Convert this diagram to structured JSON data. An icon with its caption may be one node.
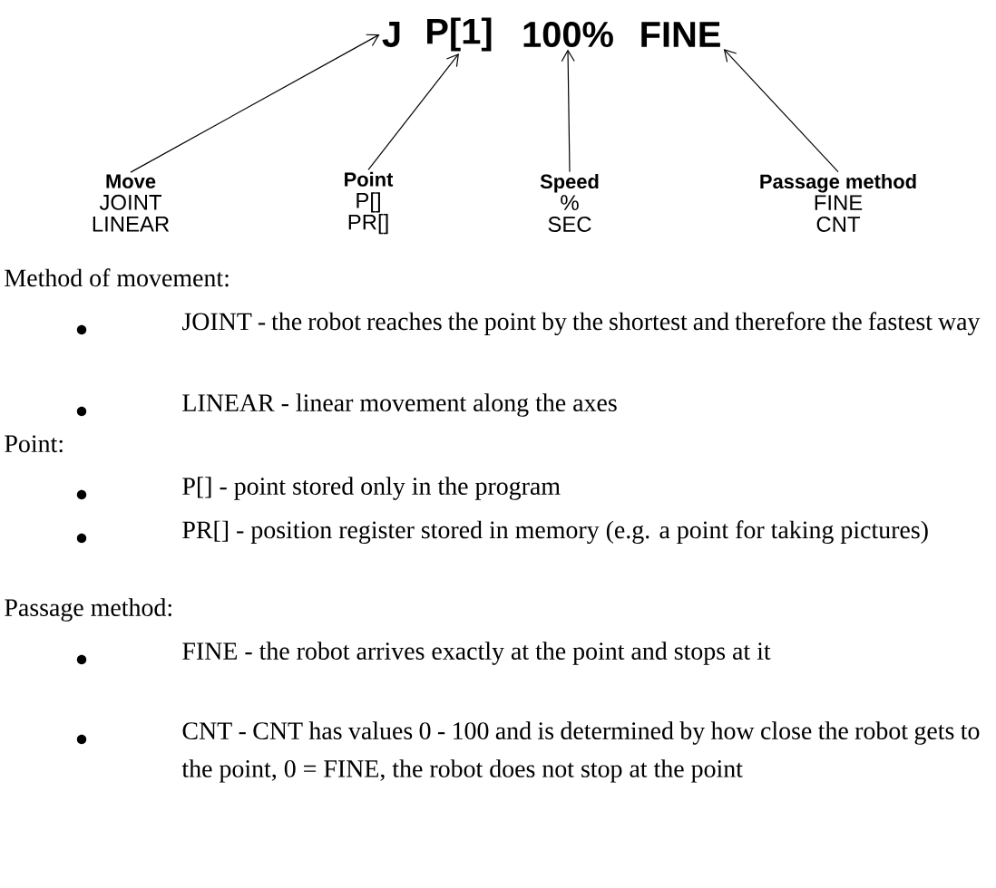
{
  "diagram": {
    "nodes": [
      {
        "text": [
          "J"
        ]
      },
      {
        "text": [
          "P[1]"
        ]
      },
      {
        "text": [
          "100%"
        ]
      },
      {
        "text": [
          "FINE"
        ]
      },
      {
        "text": [
          "Move",
          "JOINT",
          "LINEAR"
        ]
      },
      {
        "text": [
          "Point",
          "P[]",
          "PR[]"
        ]
      },
      {
        "text": [
          "Speed",
          "%",
          "SEC"
        ]
      },
      {
        "text": [
          "Passage method",
          "FINE",
          "CNT"
        ]
      }
    ],
    "edges": [
      {
        "from": 4,
        "to": 0,
        "arrow": "to"
      },
      {
        "from": 5,
        "to": 1,
        "arrow": "to"
      },
      {
        "from": 6,
        "to": 2,
        "arrow": "to"
      },
      {
        "from": 7,
        "to": 3,
        "arrow": "to"
      }
    ],
    "labels": [
      "Method of movement:",
      "JOINT - the robot reaches the point by the shortest and therefore the fastest way",
      "LINEAR - linear movement along the axes",
      "Point:",
      "P[] - point stored only in the program",
      "PR[] - position register stored in memory (e.g. a point for taking pictures)",
      "Passage method:",
      "FINE - the robot arrives exactly at the point and stops at it",
      "CNT - CNT has values 0 - 100 and is determined by how close the robot gets to the point, 0 = FINE, the robot does not stop at the point"
    ]
  }
}
